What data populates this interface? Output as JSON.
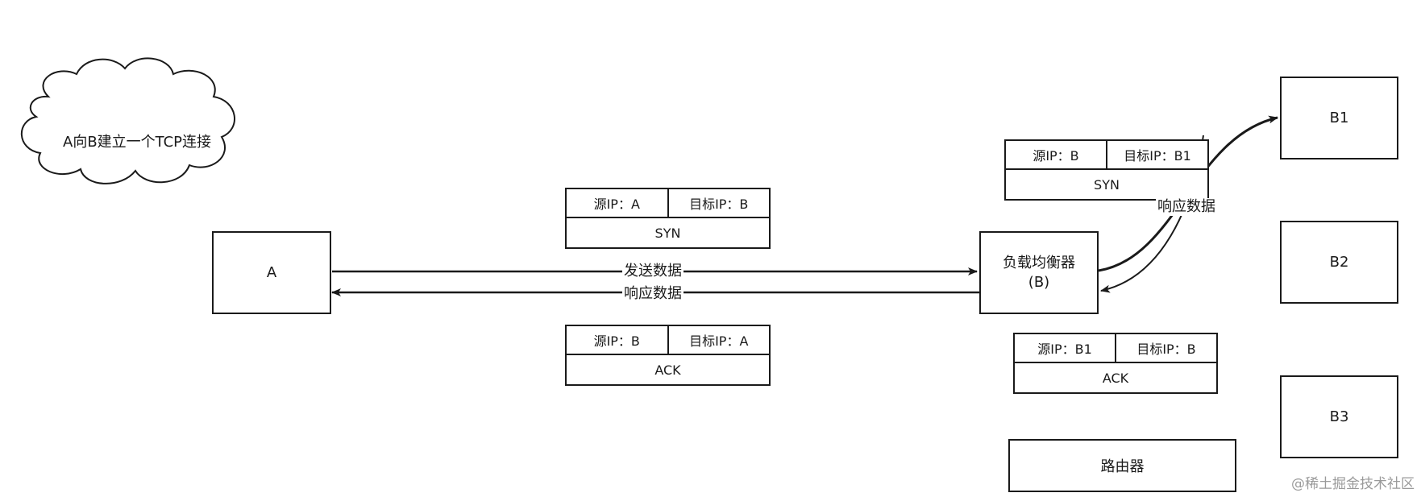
{
  "cloud": {
    "text": "A向B建立一个TCP连接"
  },
  "nodes": {
    "a": "A",
    "lb_line1": "负载均衡器",
    "lb_line2": "(B)",
    "b1": "B1",
    "b2": "B2",
    "b3": "B3",
    "router": "路由器"
  },
  "edges": {
    "send": "发送数据",
    "respond": "响应数据",
    "respond_b1": "响应数据"
  },
  "packets": {
    "syn_a": {
      "src": "源IP：A",
      "dst": "目标IP：B",
      "flag": "SYN"
    },
    "ack_a": {
      "src": "源IP：B",
      "dst": "目标IP：A",
      "flag": "ACK"
    },
    "syn_b1": {
      "src": "源IP：B",
      "dst": "目标IP：B1",
      "flag": "SYN"
    },
    "ack_b1": {
      "src": "源IP：B1",
      "dst": "目标IP：B",
      "flag": "ACK"
    }
  },
  "watermark": "@稀土掘金技术社区"
}
